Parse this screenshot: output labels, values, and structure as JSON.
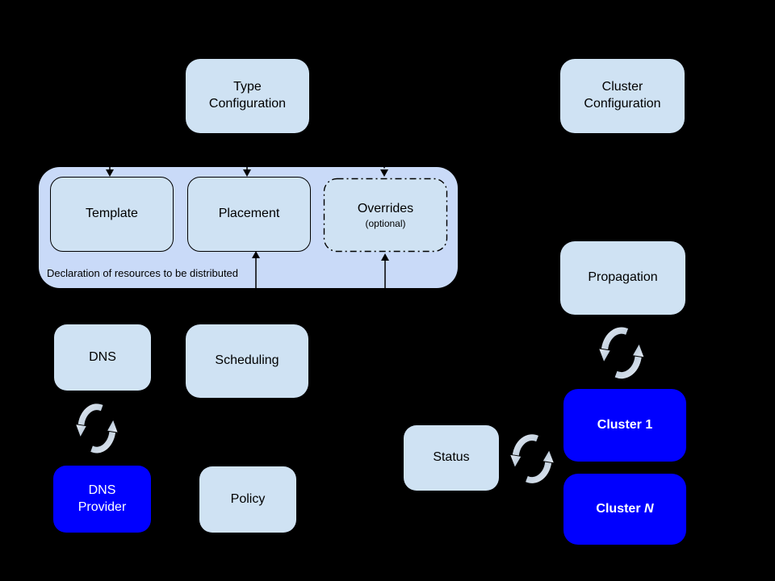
{
  "diagram": {
    "colors": {
      "background": "#000000",
      "box_light_fill": "#cfe2f3",
      "group_fill": "#c9daf8",
      "box_blue_fill": "#0000ff",
      "text_dark": "#000000",
      "text_light": "#ffffff",
      "connector": "#000000",
      "sync_arrow_light": "#e8eef6",
      "sync_arrow_dark": "#a9bccf"
    },
    "icons": {
      "sync_cycle": "circular-sync-arrows"
    },
    "nodes": {
      "type_configuration": {
        "label": "Type\nConfiguration"
      },
      "cluster_configuration": {
        "label": "Cluster\nConfiguration"
      },
      "template": {
        "label": "Template"
      },
      "placement": {
        "label": "Placement"
      },
      "overrides": {
        "label": "Overrides",
        "note": "(optional)"
      },
      "declaration_group": {
        "caption": "Declaration of resources to be distributed"
      },
      "dns": {
        "label": "DNS"
      },
      "scheduling": {
        "label": "Scheduling"
      },
      "propagation": {
        "label": "Propagation"
      },
      "dns_provider": {
        "label": "DNS\nProvider"
      },
      "policy": {
        "label": "Policy"
      },
      "status": {
        "label": "Status"
      },
      "cluster_1": {
        "label": "Cluster 1"
      },
      "cluster_n": {
        "prefix": "Cluster ",
        "suffix_italic": "N"
      }
    }
  }
}
